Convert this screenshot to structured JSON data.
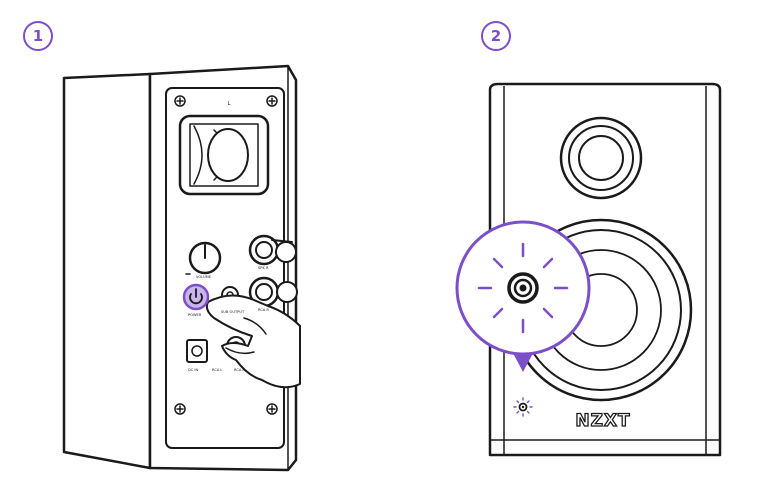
{
  "steps": [
    {
      "number": "1"
    },
    {
      "number": "2"
    }
  ],
  "rear_panel": {
    "channel_label": "L",
    "knob_label": "VOLUME",
    "power_label": "POWER",
    "sub_output_label": "SUB OUTPUT",
    "jack_label_top": "SPK R",
    "jack_label_mid": "RCA R",
    "dc_label": "DC IN",
    "rca_l_label": "RCA L",
    "rca_r_label": "RCA R"
  },
  "front_panel": {
    "brand": "NZXT"
  },
  "colors": {
    "accent": "#7b4fc9",
    "accent_light": "#c9b4ec",
    "line": "#1a1a1a"
  },
  "icons": {
    "power": "power-icon",
    "led": "led-icon"
  }
}
